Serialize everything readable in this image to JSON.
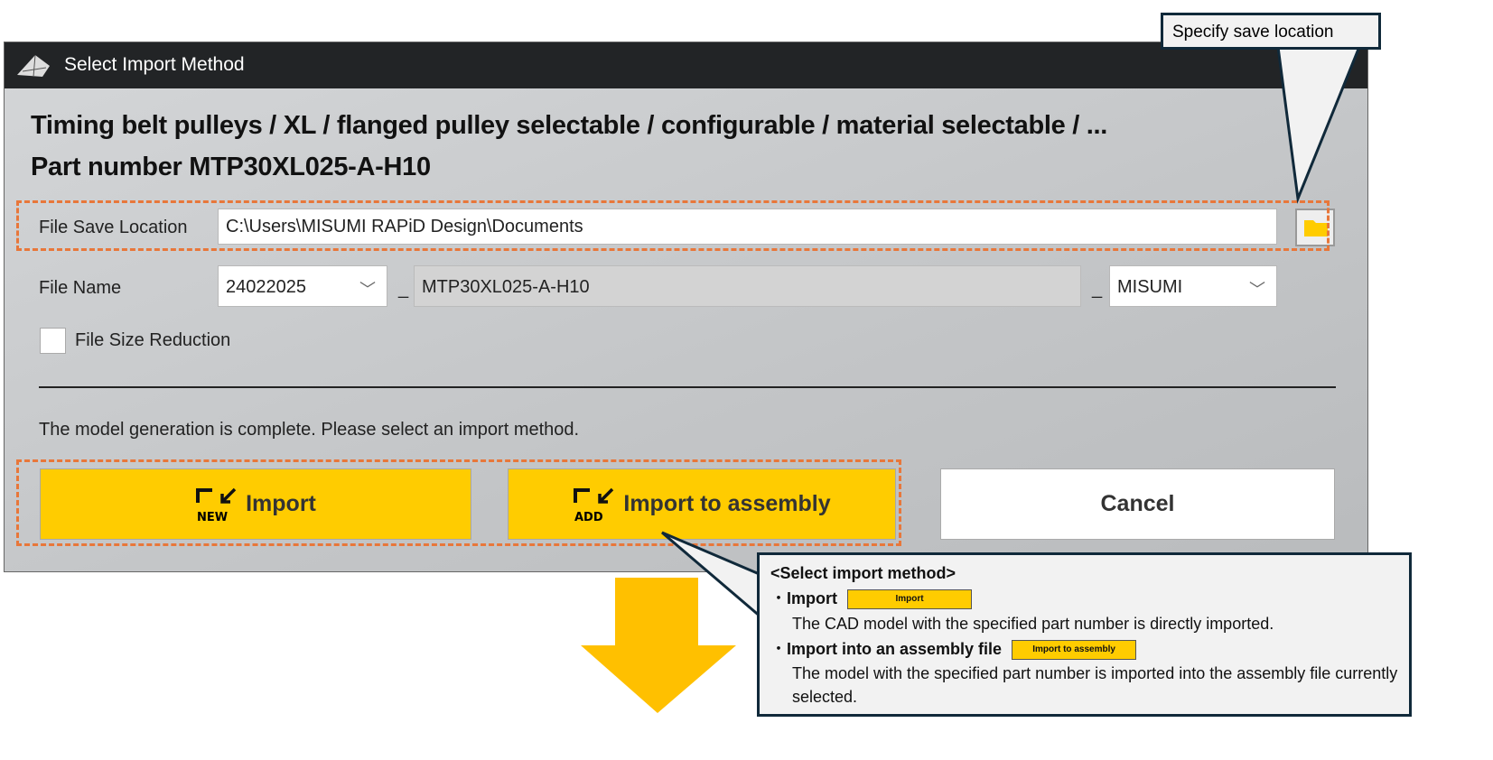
{
  "window": {
    "title": "Select Import Method"
  },
  "header": {
    "line1": "Timing belt pulleys / XL / flanged pulley selectable / configurable / material selectable / ...",
    "line2": "Part number MTP30XL025-A-H10"
  },
  "save": {
    "label": "File Save Location",
    "value": "C:\\Users\\MISUMI RAPiD Design\\Documents"
  },
  "file_name": {
    "label": "File Name",
    "date": "24022025",
    "sep1": "_",
    "part": "MTP30XL025-A-H10",
    "sep2": "_",
    "suffix": "MISUMI"
  },
  "reduction": {
    "label": "File Size Reduction",
    "checked": false
  },
  "message": "The model generation is complete. Please select an import method.",
  "buttons": {
    "import": "Import",
    "import_icon_text": "NEW",
    "assembly": "Import to assembly",
    "assembly_icon_text": "ADD",
    "cancel": "Cancel"
  },
  "callout_save": "Specify save location",
  "callout_method": {
    "title": "<Select import method>",
    "bullet": "・",
    "item1_title": "Import",
    "item1_desc": "The CAD model with the specified part number is directly imported.",
    "item2_title": "Import into an assembly file",
    "item2_desc": "The model with the specified part number is imported into the assembly file currently selected."
  },
  "colors": {
    "accent": "#ffcc00",
    "highlight": "#e8773a",
    "callout_border": "#10293a"
  }
}
